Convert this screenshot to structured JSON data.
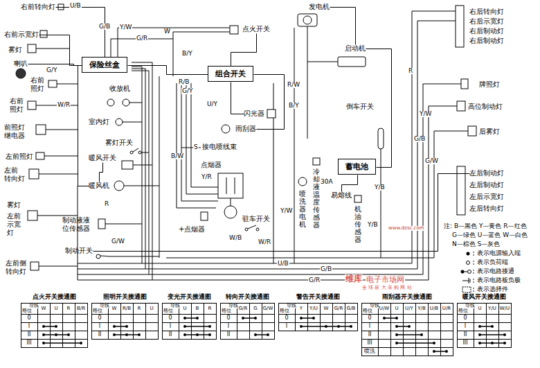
{
  "diagram": {
    "nodes": [
      {
        "text": [
          "右前转向灯"
        ]
      },
      {
        "text": [
          "右前示宽灯"
        ]
      },
      {
        "text": [
          "雾灯"
        ]
      },
      {
        "text": [
          "喇叭"
        ]
      },
      {
        "text": [
          "右前 照灯"
        ]
      },
      {
        "text": [
          "右前 照灯"
        ]
      },
      {
        "text": [
          "前照灯 继电器"
        ]
      },
      {
        "text": [
          "左前照灯"
        ]
      },
      {
        "text": [
          "左前 转向灯"
        ]
      },
      {
        "text": [
          "雾灯"
        ]
      },
      {
        "text": [
          "左前 示宽灯"
        ]
      },
      {
        "text": [
          "左前侧 转向灯"
        ]
      },
      {
        "text": [
          "保险丝盒"
        ]
      },
      {
        "text": [
          "收放机"
        ]
      },
      {
        "text": [
          "室内灯"
        ]
      },
      {
        "text": [
          "雾灯开关"
        ]
      },
      {
        "text": [
          "暖风开关"
        ]
      },
      {
        "text": [
          "暖风机"
        ]
      },
      {
        "text": [
          "制动液液 位传感器"
        ]
      },
      {
        "text": [
          "制动开关"
        ]
      },
      {
        "text": [
          "点火开关"
        ]
      },
      {
        "text": [
          "发电机"
        ]
      },
      {
        "text": [
          "启动机"
        ]
      },
      {
        "text": [
          "组合开关"
        ]
      },
      {
        "text": [
          "闪光器"
        ]
      },
      {
        "text": [
          "雨刮器"
        ]
      },
      {
        "text": [
          "接电喷线束"
        ]
      },
      {
        "text": [
          "点烟器"
        ]
      },
      {
        "text": [
          "驻车开关"
        ]
      },
      {
        "text": [
          "+点烟器"
        ]
      },
      {
        "text": [
          "倒车开关"
        ]
      },
      {
        "text": [
          "蓄电池"
        ]
      },
      {
        "text": [
          "易熔线"
        ]
      },
      {
        "text": [
          "机油传感器"
        ]
      },
      {
        "text": [
          "冷却液温度传感器"
        ]
      },
      {
        "text": [
          "喷洗器电机"
        ]
      },
      {
        "text": [
          "右后转向灯"
        ]
      },
      {
        "text": [
          "右后示宽灯"
        ]
      },
      {
        "text": [
          "右后制动灯"
        ]
      },
      {
        "text": [
          "右后制动灯"
        ]
      },
      {
        "text": [
          "牌照灯"
        ]
      },
      {
        "text": [
          "高位制动灯"
        ]
      },
      {
        "text": [
          "后雾灯"
        ]
      },
      {
        "text": [
          "左后制动灯"
        ]
      },
      {
        "text": [
          "左后制动灯"
        ]
      },
      {
        "text": [
          "左后示宽灯"
        ]
      },
      {
        "text": [
          "左后转向灯"
        ]
      }
    ],
    "edges": [
      {
        "from": 12,
        "to": 0,
        "arrow": "none"
      },
      {
        "from": 12,
        "to": 1,
        "arrow": "none"
      },
      {
        "from": 12,
        "to": 3,
        "arrow": "none"
      },
      {
        "from": 23,
        "to": 12,
        "arrow": "none"
      },
      {
        "from": 20,
        "to": 23,
        "arrow": "none"
      },
      {
        "from": 21,
        "to": 22,
        "arrow": "none"
      },
      {
        "from": 22,
        "to": 31,
        "arrow": "none"
      },
      {
        "from": 12,
        "to": 17,
        "arrow": "none"
      },
      {
        "from": 16,
        "to": 17,
        "arrow": "none"
      },
      {
        "from": 23,
        "to": 24,
        "arrow": "none"
      },
      {
        "from": 23,
        "to": 25,
        "arrow": "none"
      },
      {
        "from": 19,
        "to": 43,
        "arrow": "none"
      },
      {
        "from": 31,
        "to": 32,
        "arrow": "none"
      }
    ],
    "labels": [
      "U/B",
      "G/B",
      "Y/W",
      "G/R",
      "W",
      "B/Y",
      "G/Y",
      "R/B",
      "G/Y",
      "W/R",
      "U/Y",
      "R/W",
      "B/Y",
      "S",
      "B/W",
      "Y/R",
      "R",
      "G/W",
      "W/B",
      "W/R",
      "Y/W",
      "30A",
      "Y/B",
      "Y/B",
      "U/B",
      "G/B",
      "G/R",
      "R",
      "G/B",
      "Y/W",
      "G/W",
      "注: B—黑色 Y—黄色 R—红色",
      "G—绿色 U—蓝色 W—白色",
      "N—棕色 S—灰色",
      "www.dzsc.com",
      "维库",
      "电子市场网",
      "全 球 最 大 采 购 网 站",
      "点火开关接通图",
      "格位",
      "导线",
      "W",
      "U",
      "R",
      "B/R",
      "0",
      "I",
      "II",
      "III",
      "照明开关接通图",
      "格位",
      "导线",
      "W",
      "R/B",
      "R",
      "U",
      "0",
      "I",
      "II",
      "变光开关接通图",
      "格位",
      "导线",
      "U",
      "B",
      "R",
      "0",
      "I",
      "II",
      "转向开关接通图",
      "格位",
      "导线",
      "G/R",
      "G",
      "G/W",
      "0",
      "I",
      "II",
      "警告开关接通图",
      "格位",
      "导线",
      "Y",
      "Y/U",
      "W",
      "G/R",
      "G/B",
      "0",
      "I",
      "雨刮器开关接通图",
      "格位",
      "导线",
      "U/W",
      "U",
      "U/Y",
      "Y/B",
      "U/B",
      "U/R",
      "0",
      "I",
      "II",
      "III",
      "喷洗",
      "暖风开关接通图",
      "格位",
      "导线",
      "U",
      "Y/U",
      "W/U",
      "0",
      "I",
      "II",
      "III"
    ],
    "legend": [
      {
        "text": "表示电源输入端"
      },
      {
        "text": "表示负荷端"
      },
      {
        "text": "表示电路接通"
      },
      {
        "text": "表示电路板负极"
      },
      {
        "text": "表示选择件"
      }
    ]
  }
}
